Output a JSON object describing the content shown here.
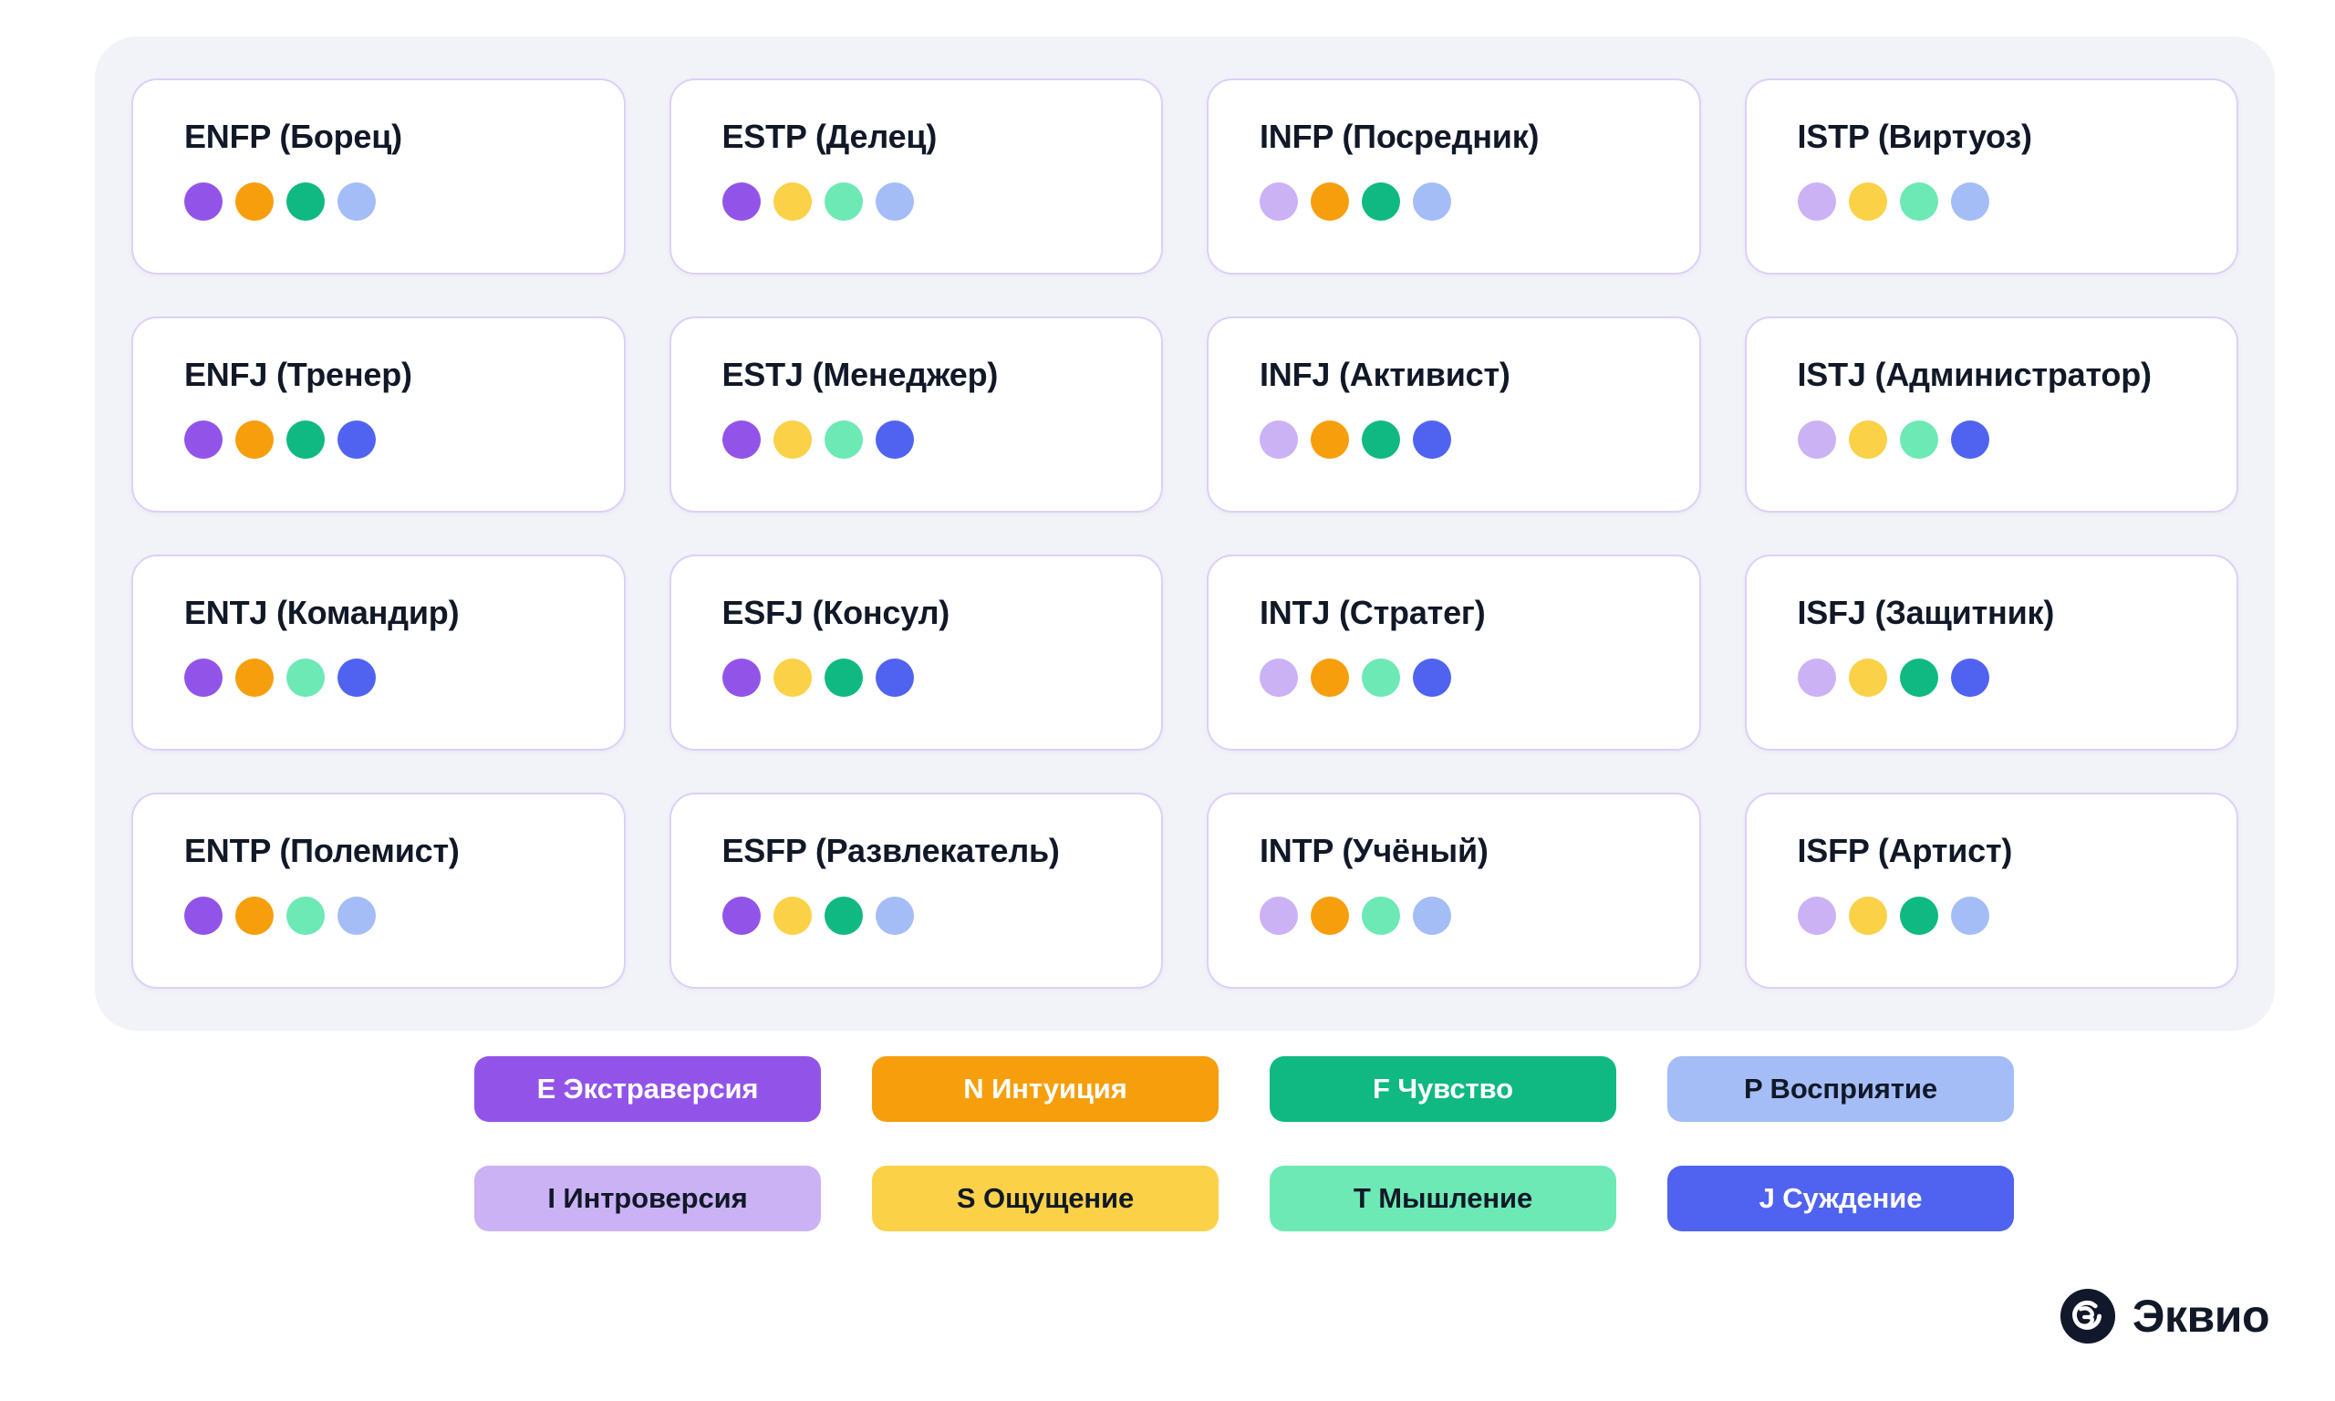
{
  "palette": {
    "extraversion_E": "#9254e8",
    "introversion_I": "#cbb2f5",
    "intuition_N": "#f79e0c",
    "sensing_S": "#fbd148",
    "feeling_F": "#0fb981",
    "thinking_T": "#6ce9b4",
    "perceiving_P": "#a4bdf7",
    "judging_J": "#5063f0",
    "card_bg": "#ffffff",
    "card_border": "#ddd0f7",
    "panel_bg": "#f2f3f8",
    "page_bg": "#ffffff",
    "title_text": "#111827",
    "light_pill_text": "#111827",
    "dark_pill_text": "#ffffff"
  },
  "grid": {
    "cards": [
      {
        "title": "ENFP (Борец)",
        "dots": [
          "extraversion_E",
          "intuition_N",
          "feeling_F",
          "perceiving_P"
        ]
      },
      {
        "title": "ESTP (Делец)",
        "dots": [
          "extraversion_E",
          "sensing_S",
          "thinking_T",
          "perceiving_P"
        ]
      },
      {
        "title": "INFP (Посредник)",
        "dots": [
          "introversion_I",
          "intuition_N",
          "feeling_F",
          "perceiving_P"
        ]
      },
      {
        "title": "ISTP (Виртуоз)",
        "dots": [
          "introversion_I",
          "sensing_S",
          "thinking_T",
          "perceiving_P"
        ]
      },
      {
        "title": "ENFJ (Тренер)",
        "dots": [
          "extraversion_E",
          "intuition_N",
          "feeling_F",
          "judging_J"
        ]
      },
      {
        "title": "ESTJ (Менеджер)",
        "dots": [
          "extraversion_E",
          "sensing_S",
          "thinking_T",
          "judging_J"
        ]
      },
      {
        "title": "INFJ (Активист)",
        "dots": [
          "introversion_I",
          "intuition_N",
          "feeling_F",
          "judging_J"
        ]
      },
      {
        "title": "ISTJ (Администратор)",
        "dots": [
          "introversion_I",
          "sensing_S",
          "thinking_T",
          "judging_J"
        ]
      },
      {
        "title": "ENTJ (Командир)",
        "dots": [
          "extraversion_E",
          "intuition_N",
          "thinking_T",
          "judging_J"
        ]
      },
      {
        "title": "ESFJ (Консул)",
        "dots": [
          "extraversion_E",
          "sensing_S",
          "feeling_F",
          "judging_J"
        ]
      },
      {
        "title": "INTJ (Стратег)",
        "dots": [
          "introversion_I",
          "intuition_N",
          "thinking_T",
          "judging_J"
        ]
      },
      {
        "title": "ISFJ (Защитник)",
        "dots": [
          "introversion_I",
          "sensing_S",
          "feeling_F",
          "judging_J"
        ]
      },
      {
        "title": "ENTP (Полемист)",
        "dots": [
          "extraversion_E",
          "intuition_N",
          "thinking_T",
          "perceiving_P"
        ]
      },
      {
        "title": "ESFP (Развлекатель)",
        "dots": [
          "extraversion_E",
          "sensing_S",
          "feeling_F",
          "perceiving_P"
        ]
      },
      {
        "title": "INTP (Учёный)",
        "dots": [
          "introversion_I",
          "intuition_N",
          "thinking_T",
          "perceiving_P"
        ]
      },
      {
        "title": "ISFP (Артист)",
        "dots": [
          "introversion_I",
          "sensing_S",
          "feeling_F",
          "perceiving_P"
        ]
      }
    ]
  },
  "legend": {
    "items": [
      {
        "label": "E Экстраверсия",
        "color_key": "extraversion_E",
        "text_color": "#ffffff",
        "row": 1,
        "col": 1
      },
      {
        "label": "N Интуиция",
        "color_key": "intuition_N",
        "text_color": "#ffffff",
        "row": 1,
        "col": 2
      },
      {
        "label": "F Чувство",
        "color_key": "feeling_F",
        "text_color": "#ffffff",
        "row": 1,
        "col": 3
      },
      {
        "label": "P Восприятие",
        "color_key": "perceiving_P",
        "text_color": "#111827",
        "row": 1,
        "col": 4
      },
      {
        "label": "I Интроверсия",
        "color_key": "introversion_I",
        "text_color": "#111827",
        "row": 2,
        "col": 1
      },
      {
        "label": "S Ощущение",
        "color_key": "sensing_S",
        "text_color": "#111827",
        "row": 2,
        "col": 2
      },
      {
        "label": "T Мышление",
        "color_key": "thinking_T",
        "text_color": "#111827",
        "row": 2,
        "col": 3
      },
      {
        "label": "J Суждение",
        "color_key": "judging_J",
        "text_color": "#ffffff",
        "row": 2,
        "col": 4
      }
    ]
  },
  "branding": {
    "logo_text": "Эквио",
    "logo_mark_color": "#12182b"
  }
}
